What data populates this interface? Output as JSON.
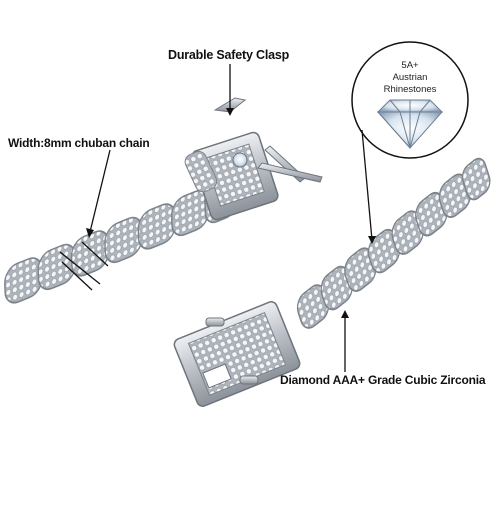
{
  "callouts": {
    "clasp": "Durable Safety Clasp",
    "width": "Width:8mm chuban chain",
    "zirconia": "Diamond AAA+ Grade Cubic Zirconia"
  },
  "badge": {
    "line1": "5A+",
    "line2": "Austrian",
    "line3": "Rhinestones"
  },
  "colors": {
    "metal": "#c9cdd2",
    "metal_dark": "#7d838a",
    "stone": "#f2f4f7",
    "line": "#111111"
  }
}
